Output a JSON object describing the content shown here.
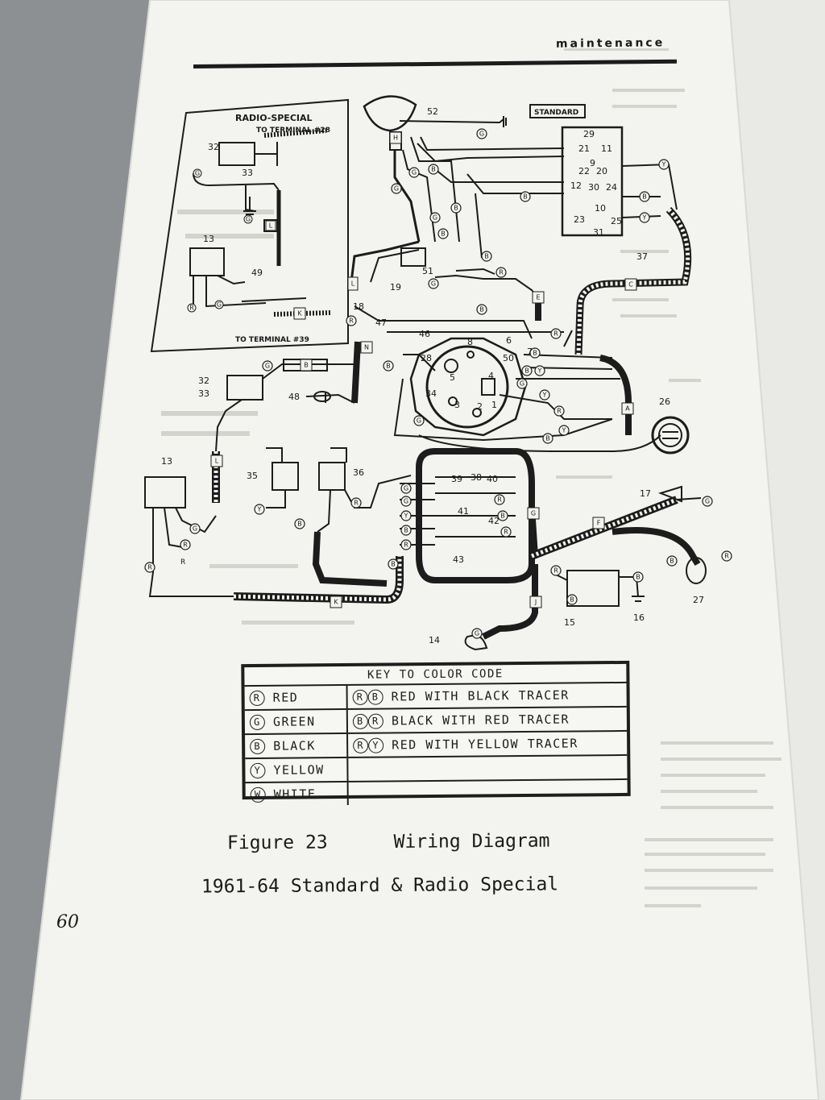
{
  "header": {
    "section": "maintenance"
  },
  "diagram": {
    "radio_special": {
      "title": "RADIO-SPECIAL",
      "terminal_top": "TO TERMINAL #28",
      "terminal_bottom": "TO TERMINAL #39"
    },
    "standard_label": "STANDARD",
    "components": [
      "1",
      "2",
      "3",
      "4",
      "5",
      "6",
      "7",
      "8",
      "9",
      "10",
      "11",
      "12",
      "13",
      "14",
      "15",
      "16",
      "17",
      "18",
      "19",
      "20",
      "21",
      "22",
      "23",
      "24",
      "25",
      "26",
      "27",
      "28",
      "29",
      "30",
      "31",
      "32",
      "33",
      "34",
      "35",
      "36",
      "37",
      "38",
      "39",
      "40",
      "41",
      "42",
      "43",
      "46",
      "47",
      "48",
      "49",
      "50",
      "51",
      "52"
    ],
    "cable_letters": [
      "A",
      "B",
      "C",
      "E",
      "F",
      "G",
      "J",
      "K",
      "L",
      "N"
    ]
  },
  "key": {
    "title": "KEY TO COLOR CODE",
    "rows": [
      {
        "sym": "R",
        "color": "RED",
        "sym2": [
          "R",
          "B"
        ],
        "desc": "RED WITH BLACK TRACER"
      },
      {
        "sym": "G",
        "color": "GREEN",
        "sym2": [
          "B",
          "R"
        ],
        "desc": "BLACK WITH RED TRACER"
      },
      {
        "sym": "B",
        "color": "BLACK",
        "sym2": [
          "R",
          "Y"
        ],
        "desc": "RED WITH YELLOW TRACER"
      },
      {
        "sym": "Y",
        "color": "YELLOW",
        "sym2": null,
        "desc": ""
      },
      {
        "sym": "W",
        "color": "WHITE",
        "sym2": null,
        "desc": ""
      }
    ]
  },
  "caption": {
    "figure": "Figure 23",
    "title": "Wiring Diagram",
    "subtitle": "1961-64 Standard & Radio Special"
  },
  "page_number": "60"
}
